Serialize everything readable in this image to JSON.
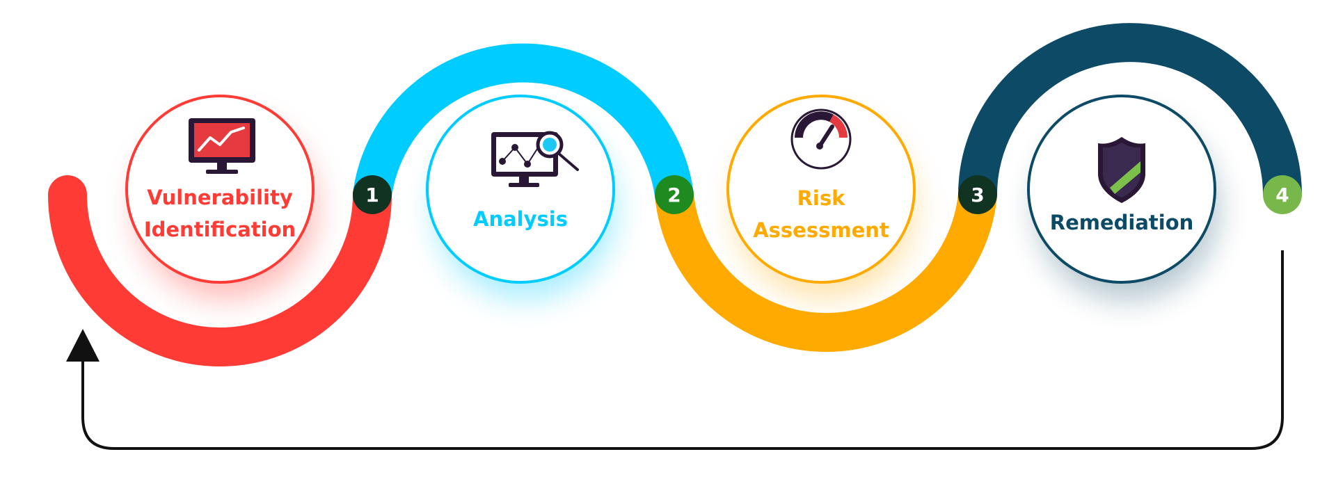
{
  "steps": [
    {
      "number": "1",
      "label_lines": [
        "Vulnerability",
        "Identification"
      ],
      "color": "#ff3b36",
      "badge_color": "#103322",
      "icon": "monitor-trend-icon"
    },
    {
      "number": "2",
      "label_lines": [
        "Analysis"
      ],
      "color": "#00ccff",
      "badge_color": "#1f8a1f",
      "icon": "magnifier-chart-icon"
    },
    {
      "number": "3",
      "label_lines": [
        "Risk",
        "Assessment"
      ],
      "color": "#ffaa00",
      "badge_color": "#103322",
      "icon": "gauge-icon"
    },
    {
      "number": "4",
      "label_lines": [
        "Remediation"
      ],
      "color": "#0c4a66",
      "badge_color": "#78b84a",
      "icon": "shield-icon"
    }
  ],
  "loop": {
    "color": "#111111",
    "icon": "loop-arrow-icon"
  }
}
